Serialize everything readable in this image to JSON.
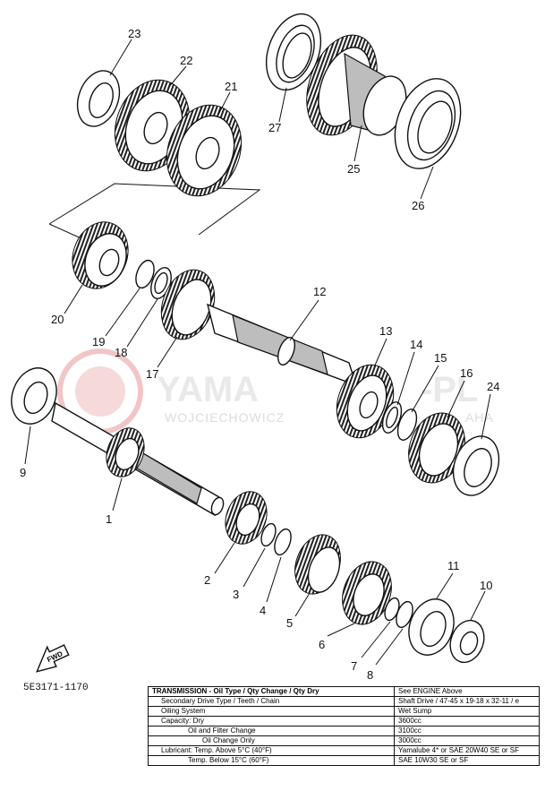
{
  "watermark": {
    "brand": "YAMA",
    "brand_suffix": "-PL",
    "sub": "WOJCIECHOWICZ",
    "sub_suffix": "AHA"
  },
  "diagram_code": "5E3171-1170",
  "fwd_label": "FWD",
  "callouts": [
    "1",
    "2",
    "3",
    "4",
    "5",
    "6",
    "7",
    "8",
    "9",
    "10",
    "11",
    "12",
    "13",
    "14",
    "15",
    "16",
    "17",
    "18",
    "19",
    "20",
    "21",
    "22",
    "23",
    "24",
    "25",
    "26",
    "27"
  ],
  "spec_table": {
    "rows": [
      {
        "label": "TRANSMISSION - Oil Type / Qty Change / Qty Dry",
        "value": "See ENGINE Above"
      },
      {
        "label": "Secondary Drive Type / Teeth / Chain",
        "value": "Shaft Drive / 47-45 x 19-18 x 32-11 / e"
      },
      {
        "label": "Oiling System",
        "value": "Wet Sump"
      },
      {
        "label": "Capacity: Dry",
        "value": "3600cc"
      },
      {
        "label": "Oil and Filter Change",
        "value": "3100cc"
      },
      {
        "label": "Oil Change Only",
        "value": "3000cc"
      },
      {
        "label": "Lubricant: Temp. Above 5°C (40°F)",
        "value": "Yamalube 4* or SAE 20W40 SE or SF"
      },
      {
        "label": "Temp. Below 15°C (60°F)",
        "value": "SAE 10W30 SE or SF"
      }
    ]
  }
}
